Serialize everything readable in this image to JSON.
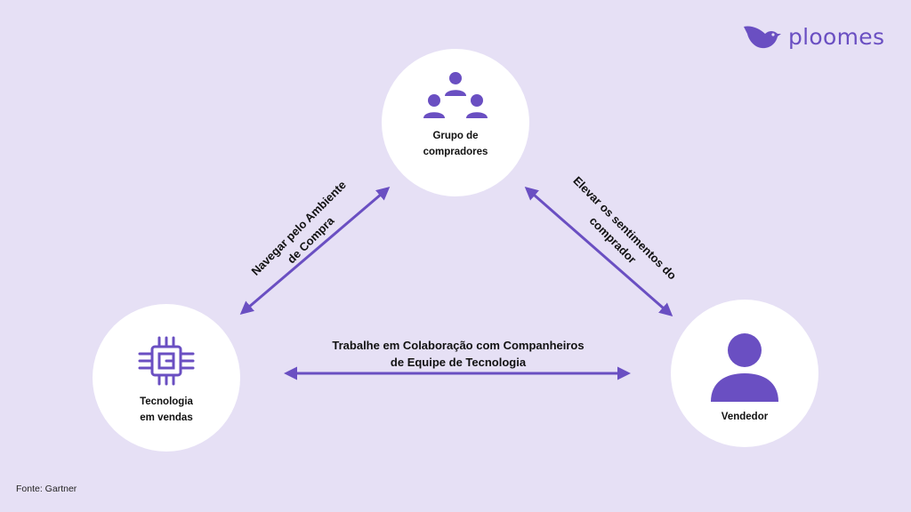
{
  "brand": {
    "name": "ploomes",
    "icon": "bird-logo-icon",
    "color": "#6a4fc2"
  },
  "colors": {
    "background": "#e6e0f5",
    "accent": "#6a4fc2",
    "node": "#ffffff"
  },
  "nodes": {
    "buyers": {
      "label": "Grupo de\ncompradores",
      "icon": "people-group-icon"
    },
    "tech": {
      "label": "Tecnologia\nem vendas",
      "icon": "chip-icon"
    },
    "seller": {
      "label": "Vendedor",
      "icon": "person-icon"
    }
  },
  "edges": {
    "left": {
      "label": "Navegar pelo Ambiente\nde Compra"
    },
    "right": {
      "label": "Elevar os sentimentos do\ncomprador"
    },
    "bottom": {
      "label": "Trabalhe em Colaboração com Companheiros\nde Equipe de Tecnologia"
    }
  },
  "source": "Fonte: Gartner"
}
